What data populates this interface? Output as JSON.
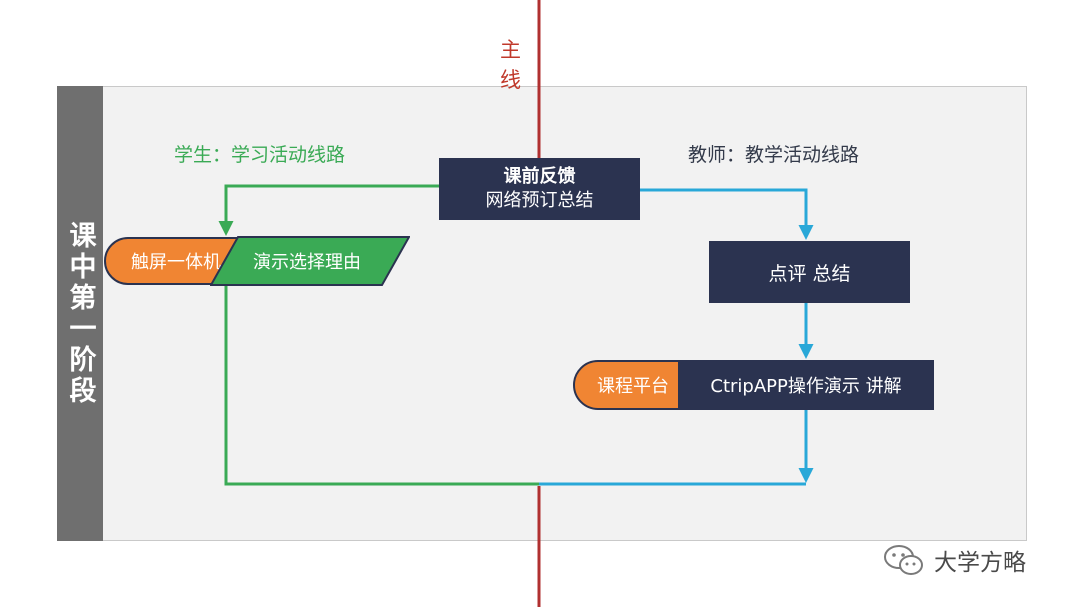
{
  "main_line": {
    "label": "主 线",
    "color": "#b03030"
  },
  "phase": {
    "label": "课中第一阶段"
  },
  "routes": {
    "student": {
      "label": "学生：学习活动线路",
      "color": "#3aaa55"
    },
    "teacher": {
      "label": "教师：教学活动线路",
      "color": "#29a8d8"
    }
  },
  "nodes": {
    "feedback": {
      "title": "课前反馈",
      "subtitle": "网络预订总结"
    },
    "review": {
      "label": "点评 总结"
    },
    "touch_screen": {
      "label": "触屏一体机"
    },
    "demo_reason": {
      "label": "演示选择理由"
    },
    "course_platform": {
      "label": "课程平台"
    },
    "ctrip_demo": {
      "label": "CtripAPP操作演示 讲解"
    }
  },
  "colors": {
    "dark_box": "#2b3350",
    "orange": "#f08533",
    "green": "#3aaa55",
    "panel_bg": "#f2f2f2",
    "side_bar": "#6f6f6f"
  },
  "watermark": {
    "text": "大学方略",
    "icon": "wechat-icon"
  }
}
